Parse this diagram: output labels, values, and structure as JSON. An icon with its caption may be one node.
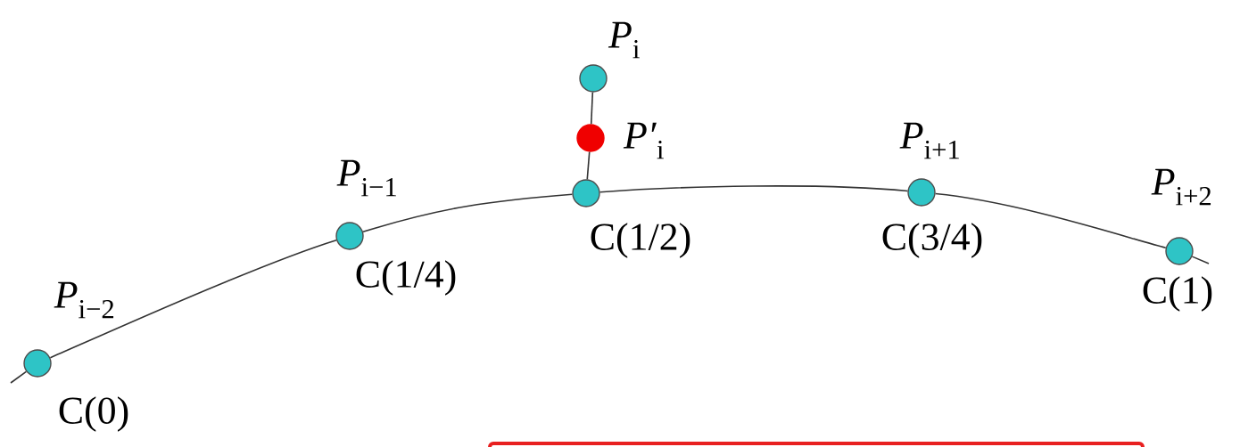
{
  "diagram": {
    "nodes": [
      {
        "text": [],
        "shape": "circle",
        "beside": [
          "*P*$_{i−2}$",
          "C(0)"
        ]
      },
      {
        "text": [],
        "shape": "circle",
        "beside": [
          "*P*$_{i−1}$",
          "C(1/4)"
        ]
      },
      {
        "text": [],
        "shape": "circle",
        "beside": [
          "*P*$_{i}$"
        ]
      },
      {
        "text": [],
        "shape": "circle",
        "beside": [
          "*P′*$_{i}$"
        ]
      },
      {
        "text": [],
        "shape": "circle",
        "beside": [
          "C(1/2)"
        ]
      },
      {
        "text": [],
        "shape": "circle",
        "beside": [
          "*P*$_{i+1}$",
          "C(3/4)"
        ]
      },
      {
        "text": [],
        "shape": "circle",
        "beside": [
          "*P*$_{i+2}$",
          "C(1)"
        ]
      }
    ],
    "edges": [
      {
        "from": 0,
        "to": 1,
        "arrow": "none"
      },
      {
        "from": 1,
        "to": 4,
        "arrow": "none"
      },
      {
        "from": 4,
        "to": 5,
        "arrow": "none"
      },
      {
        "from": 5,
        "to": 6,
        "arrow": "none"
      },
      {
        "from": 2,
        "to": 3,
        "arrow": "none"
      },
      {
        "from": 3,
        "to": 4,
        "arrow": "none"
      }
    ]
  }
}
